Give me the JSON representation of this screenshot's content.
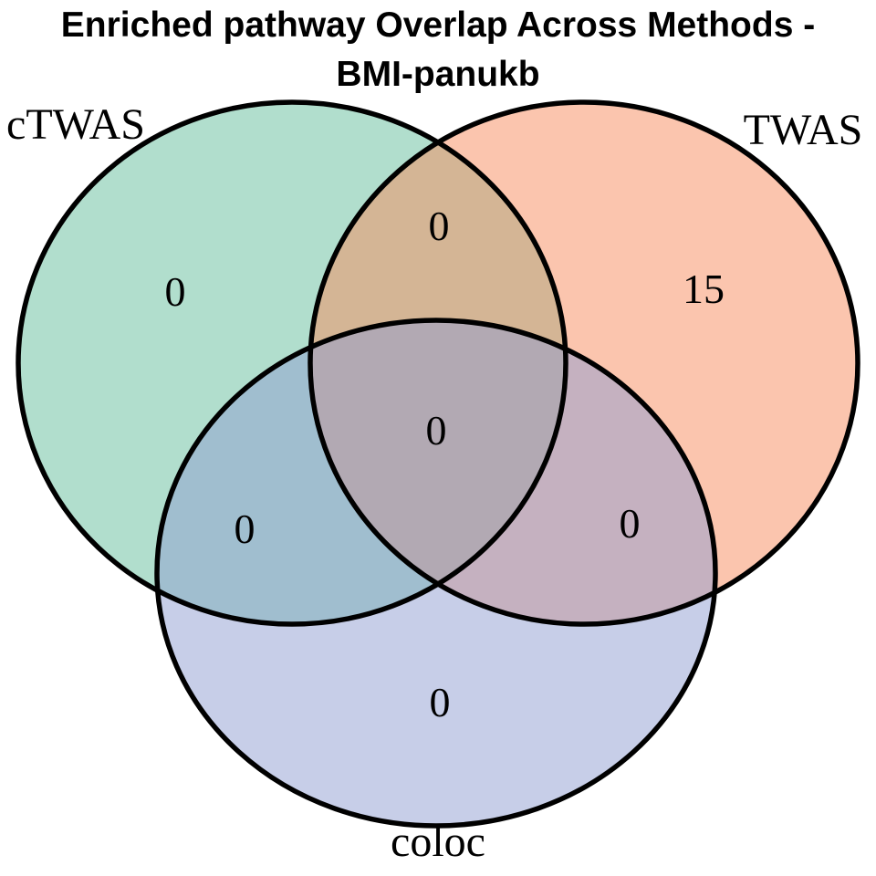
{
  "title": {
    "line1": "Enriched pathway Overlap Across Methods -",
    "line2": "BMI-panukb"
  },
  "chart_data": {
    "type": "venn",
    "title": "Enriched pathway Overlap Across Methods - BMI-panukb",
    "sets": [
      "cTWAS",
      "TWAS",
      "coloc"
    ],
    "region_counts": {
      "cTWAS_only": 0,
      "TWAS_only": 15,
      "coloc_only": 0,
      "cTWAS_and_TWAS": 0,
      "cTWAS_and_coloc": 0,
      "TWAS_and_coloc": 0,
      "all_three": 0
    },
    "legend_position": "labels at circles",
    "colors": {
      "cTWAS_fill": "#63BD9B",
      "TWAS_fill": "#F78B5D",
      "coloc_fill": "#8F9DD1",
      "outline": "#000000",
      "rendered_regions": {
        "cTWAS_only": "#B1DECD",
        "TWAS_only": "#FBC5AE",
        "coloc_only": "#C7CEE8",
        "cTWAS_TWAS": "#D5B49A",
        "cTWAS_coloc": "#9DBECC",
        "TWAS_coloc": "#C5B0BE",
        "center": "#AFA8B0"
      }
    }
  }
}
